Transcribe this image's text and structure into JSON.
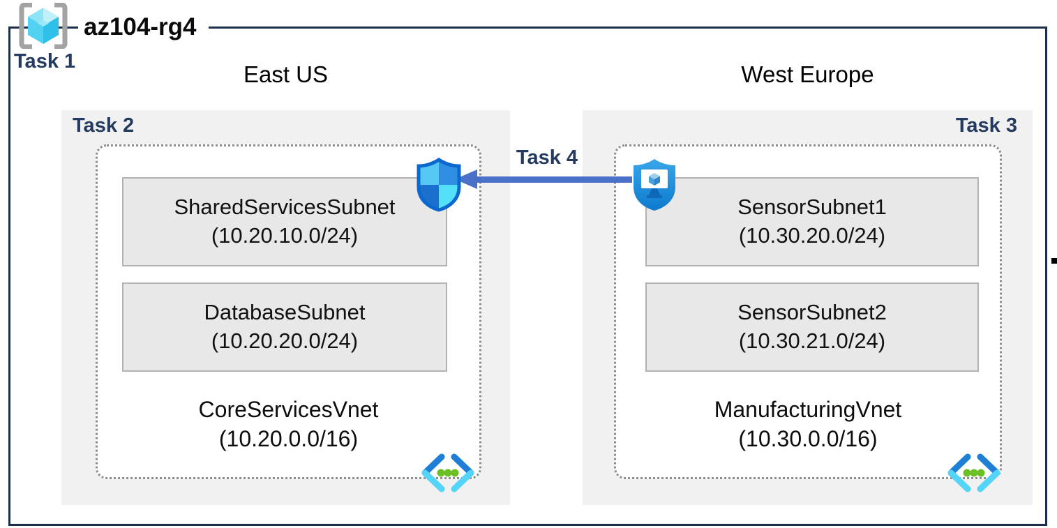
{
  "header": {
    "resource_group_name": "az104-rg4",
    "task_label": "Task 1"
  },
  "connection": {
    "task_label": "Task 4",
    "direction": "west-to-east"
  },
  "regions": [
    {
      "name": "East US",
      "task_label": "Task 2",
      "vnet": {
        "name": "CoreServicesVnet",
        "cidr": "(10.20.0.0/16)"
      },
      "subnets": [
        {
          "name": "SharedServicesSubnet",
          "cidr": "(10.20.10.0/24)"
        },
        {
          "name": "DatabaseSubnet",
          "cidr": "(10.20.20.0/24)"
        }
      ]
    },
    {
      "name": "West Europe",
      "task_label": "Task 3",
      "vnet": {
        "name": "ManufacturingVnet",
        "cidr": "(10.30.0.0/16)"
      },
      "subnets": [
        {
          "name": "SensorSubnet1",
          "cidr": "(10.30.20.0/24)"
        },
        {
          "name": "SensorSubnet2",
          "cidr": "(10.30.21.0/24)"
        }
      ]
    }
  ],
  "icons": {
    "resource_group": "resource-group-icon",
    "network_security_group": "nsg-shield-icon",
    "shielded_device": "shield-monitor-icon",
    "virtual_network": "virtual-network-icon"
  },
  "colors": {
    "frame_border": "#1b2e4a",
    "task_text": "#243a5e",
    "arrow": "#4a70c8",
    "region_fill": "#f1f1f1",
    "subnet_fill": "#e8e8e8",
    "subnet_border": "#b3b3b3",
    "vnet_dashed_border": "#8c8c8c",
    "icon_blue_dark": "#1e7fd4",
    "icon_cyan_light": "#54d4f7",
    "icon_green": "#6cbf25"
  }
}
